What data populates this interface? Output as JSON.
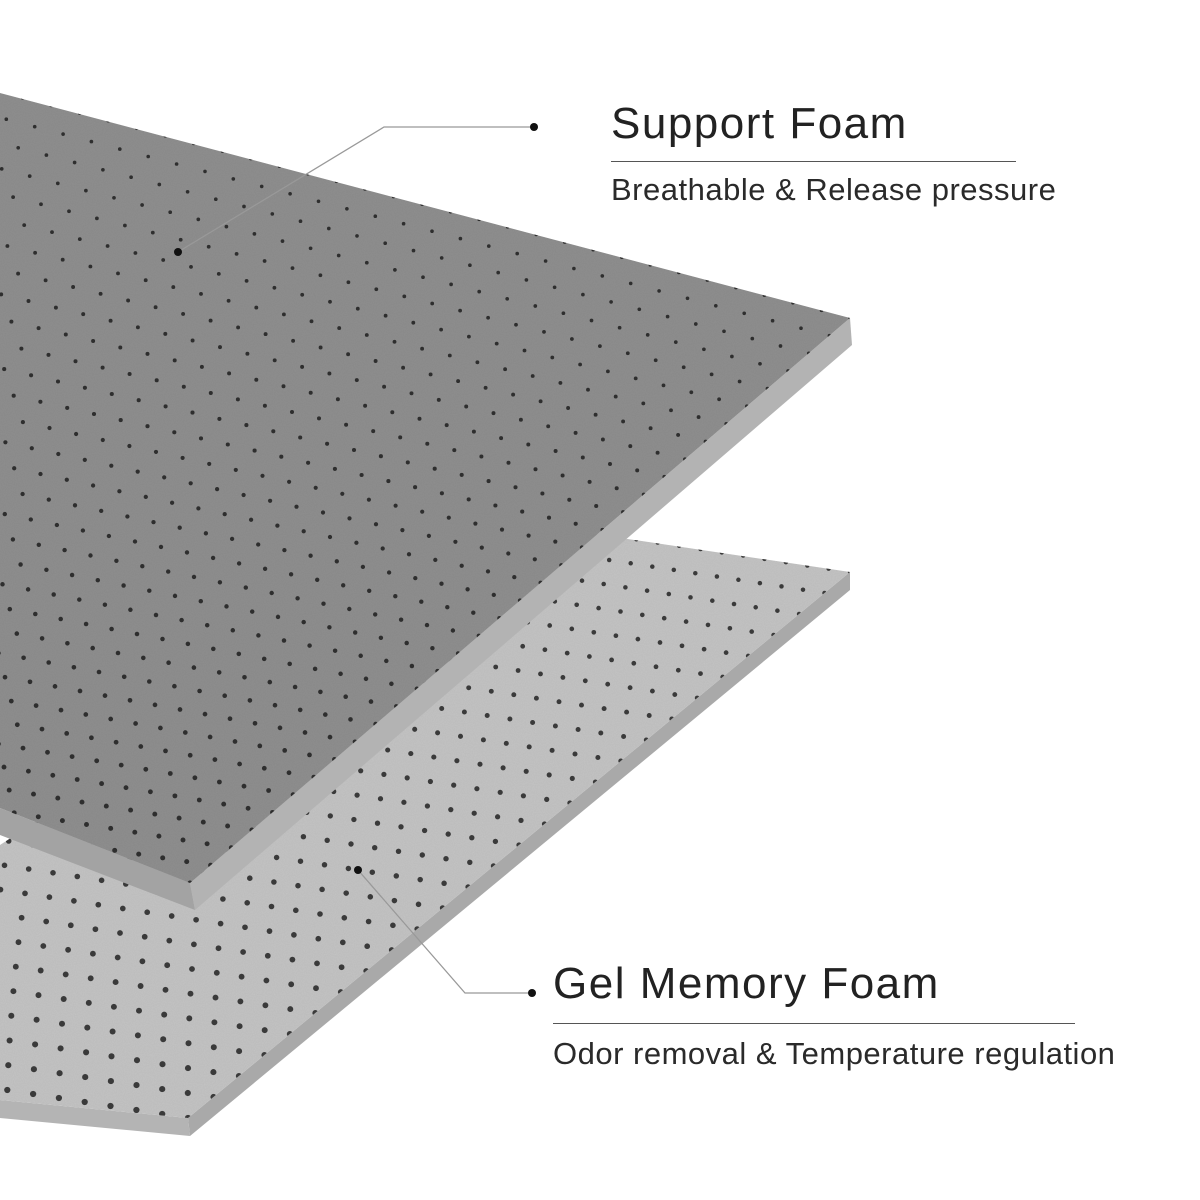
{
  "layers": [
    {
      "id": "support",
      "title": "Support Foam",
      "description": "Breathable & Release pressure"
    },
    {
      "id": "gel",
      "title": "Gel Memory Foam",
      "description": "Odor removal & Temperature regulation"
    }
  ],
  "colors": {
    "background": "#ffffff",
    "support_top": "#8f8f8f",
    "support_front": "#a3a3a3",
    "support_side": "#b3b3b3",
    "gel_top": "#c4c4c4",
    "gel_front": "#b4b4b4",
    "gel_side": "#a9a9a9",
    "support_hole": "#2e2e2e",
    "gel_hole": "#3a3a3a",
    "text": "#222222",
    "leader": "#999999"
  }
}
